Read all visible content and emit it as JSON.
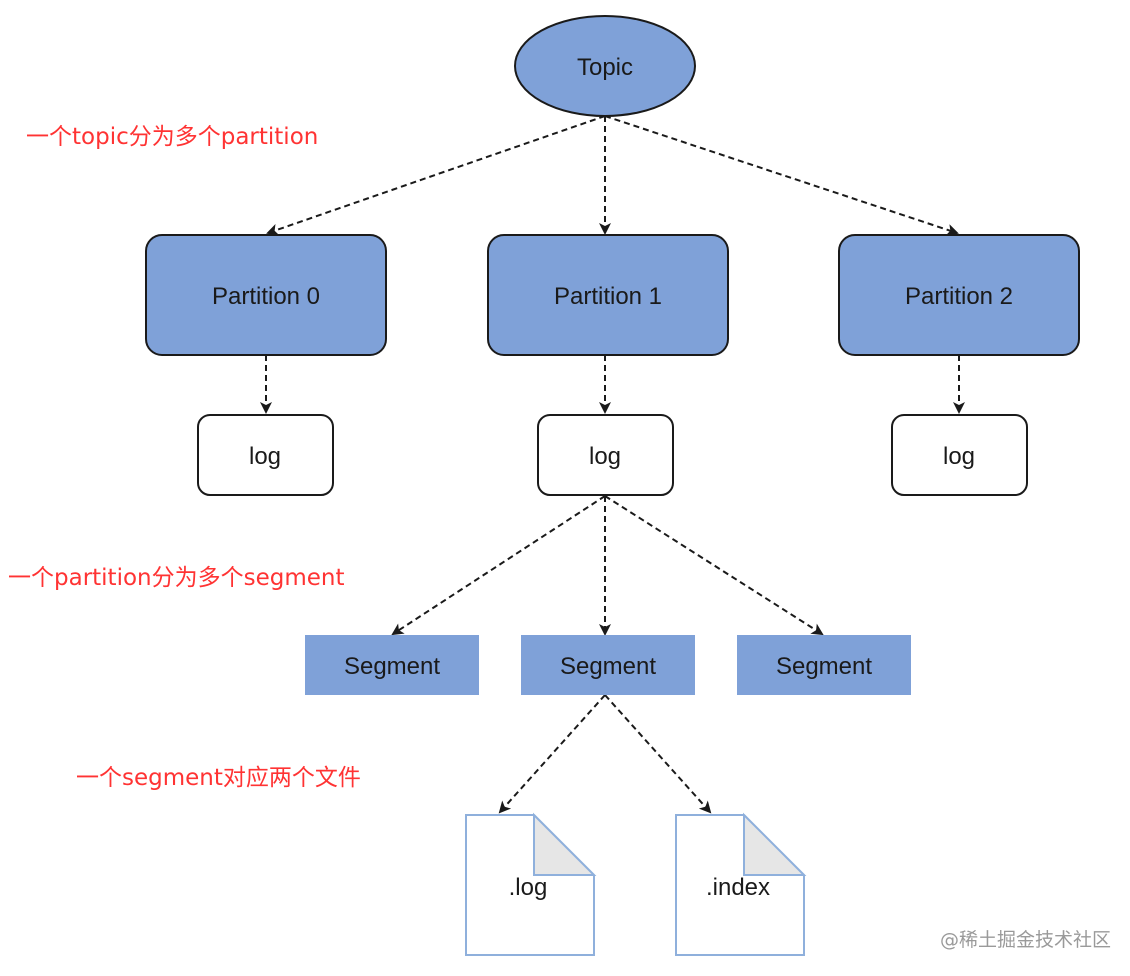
{
  "topic": {
    "label": "Topic",
    "fill": "#7fa1d8"
  },
  "partitions": [
    {
      "label": "Partition 0"
    },
    {
      "label": "Partition 1"
    },
    {
      "label": "Partition 2"
    }
  ],
  "logs": [
    {
      "label": "log"
    },
    {
      "label": "log"
    },
    {
      "label": "log"
    }
  ],
  "segments": [
    {
      "label": "Segment"
    },
    {
      "label": "Segment"
    },
    {
      "label": "Segment"
    }
  ],
  "files": [
    {
      "label": ".log"
    },
    {
      "label": ".index"
    }
  ],
  "annotations": {
    "topic_note": "一个topic分为多个partition",
    "partition_note": "一个partition分为多个segment",
    "segment_note": "一个segment对应两个文件"
  },
  "watermark": "@稀土掘金技术社区",
  "colors": {
    "node_fill": "#7fa1d8",
    "node_stroke": "#1a1a1a",
    "note_text": "#ff3333",
    "file_stroke": "#8fb0dc",
    "file_fold": "#e6e6e6"
  }
}
